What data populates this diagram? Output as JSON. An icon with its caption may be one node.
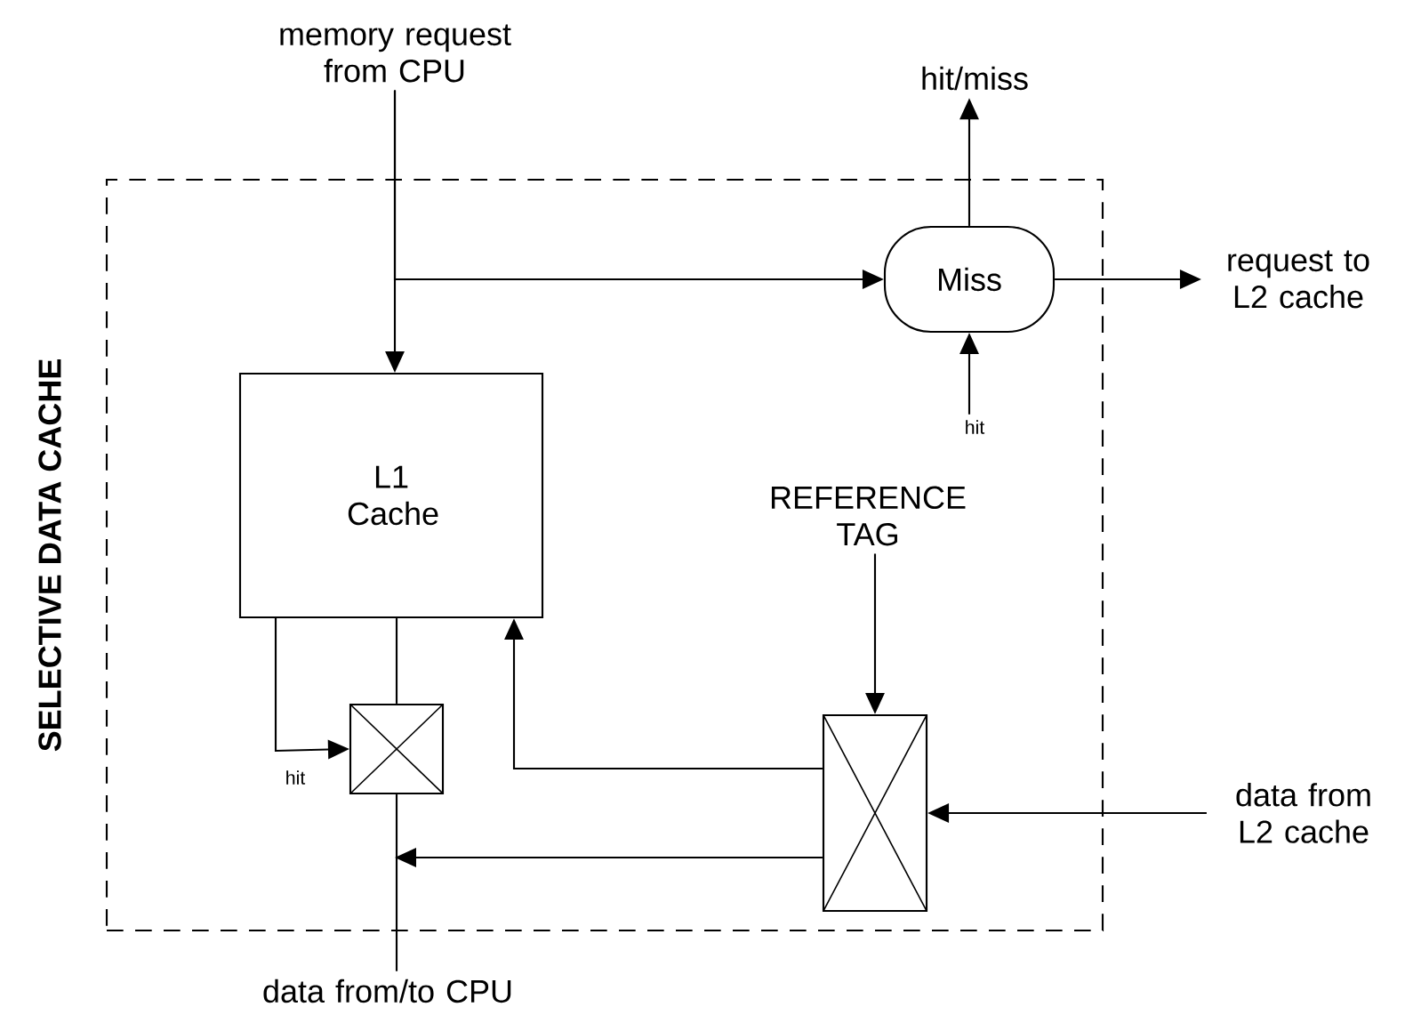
{
  "diagram": {
    "nodes": [
      {
        "text": [
          "SELECTIVE DATA CACHE"
        ]
      },
      {
        "text": [
          "memory request from CPU"
        ]
      },
      {
        "text": [
          "L1 Cache"
        ],
        "in": 0
      },
      {
        "text": [
          "Miss"
        ],
        "in": 0
      },
      {
        "text": [
          "hit/miss"
        ]
      },
      {
        "text": [
          "request to L2 cache"
        ]
      },
      {
        "text": [
          "hit"
        ],
        "in": 0
      },
      {
        "text": [],
        "shape": "box",
        "in": 0
      },
      {
        "text": [
          "REFERENCE TAG"
        ],
        "in": 0
      },
      {
        "text": [],
        "shape": "box",
        "in": 0
      },
      {
        "text": [
          "data from L2 cache"
        ]
      },
      {
        "text": [
          "data from/to CPU"
        ]
      }
    ],
    "edges": [
      {
        "from": 1,
        "to": 2,
        "arrow": "to"
      },
      {
        "from": 1,
        "to": 3,
        "arrow": "to"
      },
      {
        "from": 3,
        "to": 4,
        "arrow": "to"
      },
      {
        "from": 3,
        "to": 5,
        "arrow": "to"
      },
      {
        "from": 6,
        "to": 3,
        "arrow": "to"
      },
      {
        "from": 2,
        "to": 7,
        "arrow": "to",
        "label": "hit"
      },
      {
        "from": 2,
        "to": 7,
        "arrow": "none"
      },
      {
        "from": 9,
        "to": 2,
        "arrow": "to"
      },
      {
        "from": 9,
        "to": null,
        "arrow": "to"
      },
      {
        "from": 8,
        "to": 9,
        "arrow": "to"
      },
      {
        "from": 10,
        "to": 9,
        "arrow": "to"
      },
      {
        "from": 7,
        "to": 11,
        "arrow": "none"
      }
    ]
  }
}
